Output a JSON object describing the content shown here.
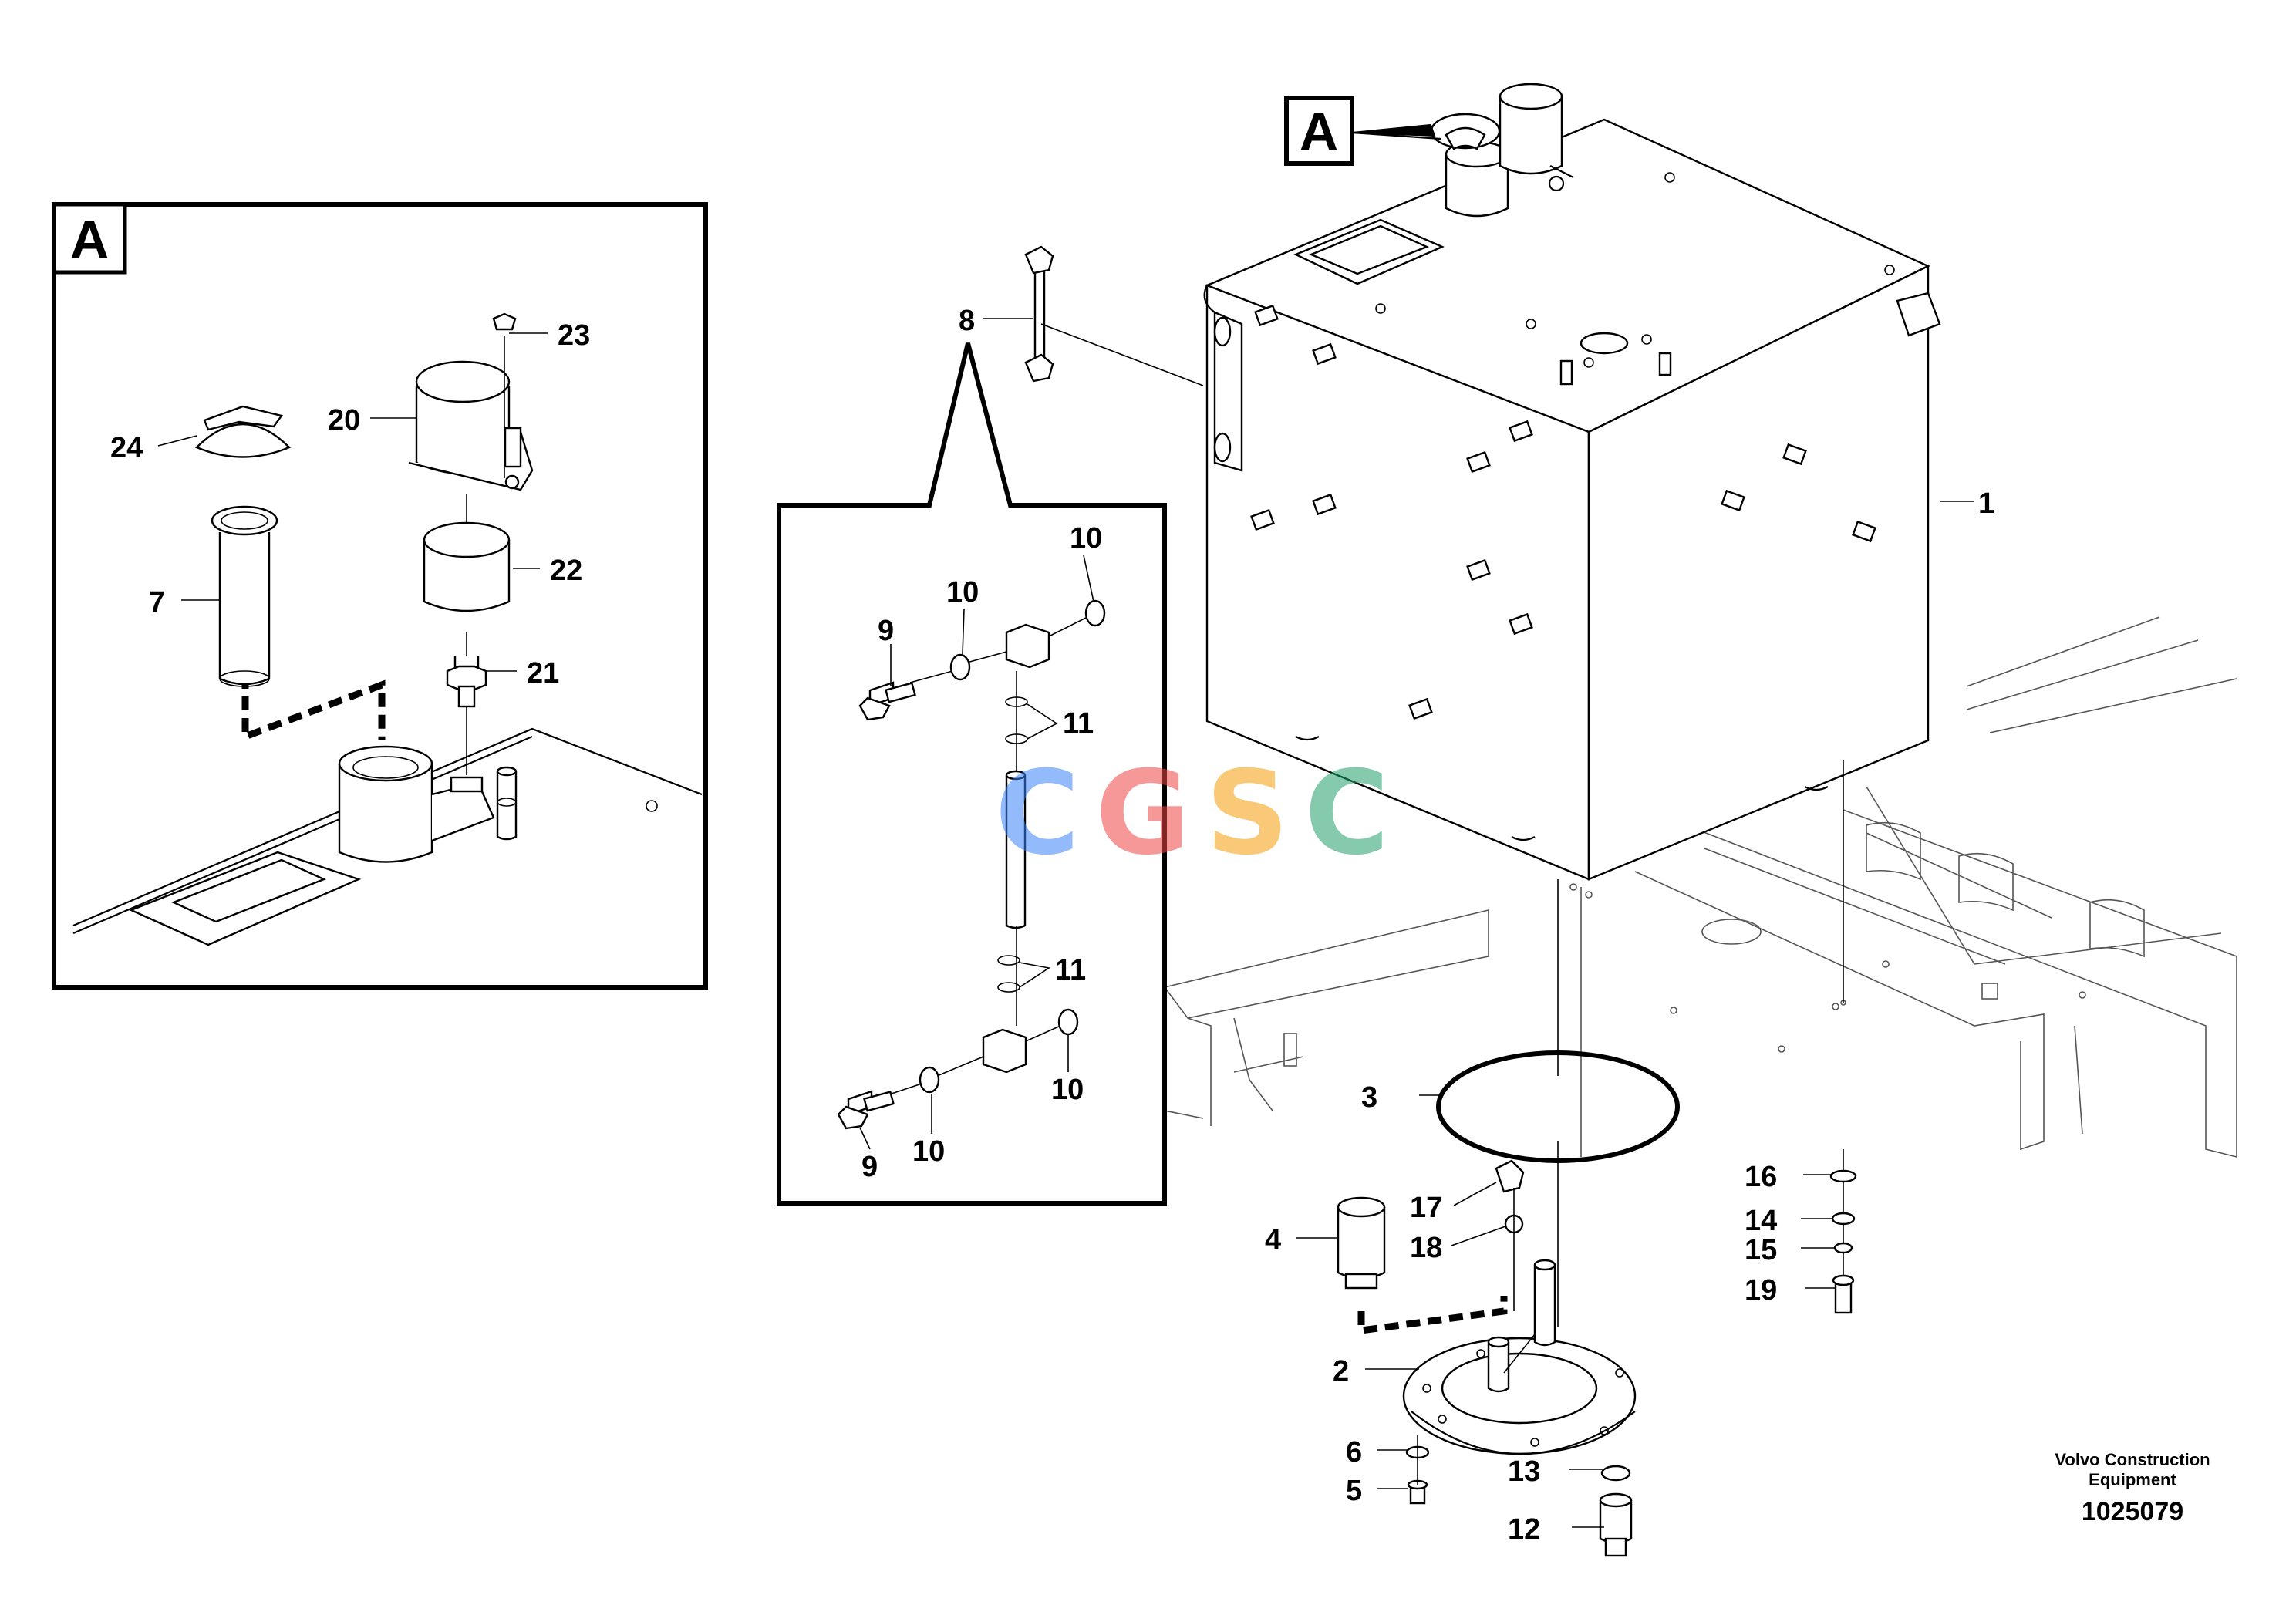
{
  "detail_callout": {
    "letter": "A",
    "inset_letter": "A"
  },
  "parts": {
    "p1": "1",
    "p2": "2",
    "p3": "3",
    "p4": "4",
    "p5": "5",
    "p6": "6",
    "p7": "7",
    "p8": "8",
    "p9a": "9",
    "p9b": "9",
    "p10a": "10",
    "p10b": "10",
    "p10c": "10",
    "p10d": "10",
    "p11a": "11",
    "p11b": "11",
    "p12": "12",
    "p13": "13",
    "p14": "14",
    "p15": "15",
    "p16": "16",
    "p17": "17",
    "p18": "18",
    "p19": "19",
    "p20": "20",
    "p21": "21",
    "p22": "22",
    "p23": "23",
    "p24": "24"
  },
  "watermark": {
    "c1": "C",
    "c2": "G",
    "c3": "S",
    "c4": "C",
    "colors": [
      "#3b82f6",
      "#ef4444",
      "#f59e0b",
      "#22a06b"
    ]
  },
  "brand": {
    "line1": "Volvo Construction",
    "line2": "Equipment",
    "drawing_number": "1025079"
  }
}
